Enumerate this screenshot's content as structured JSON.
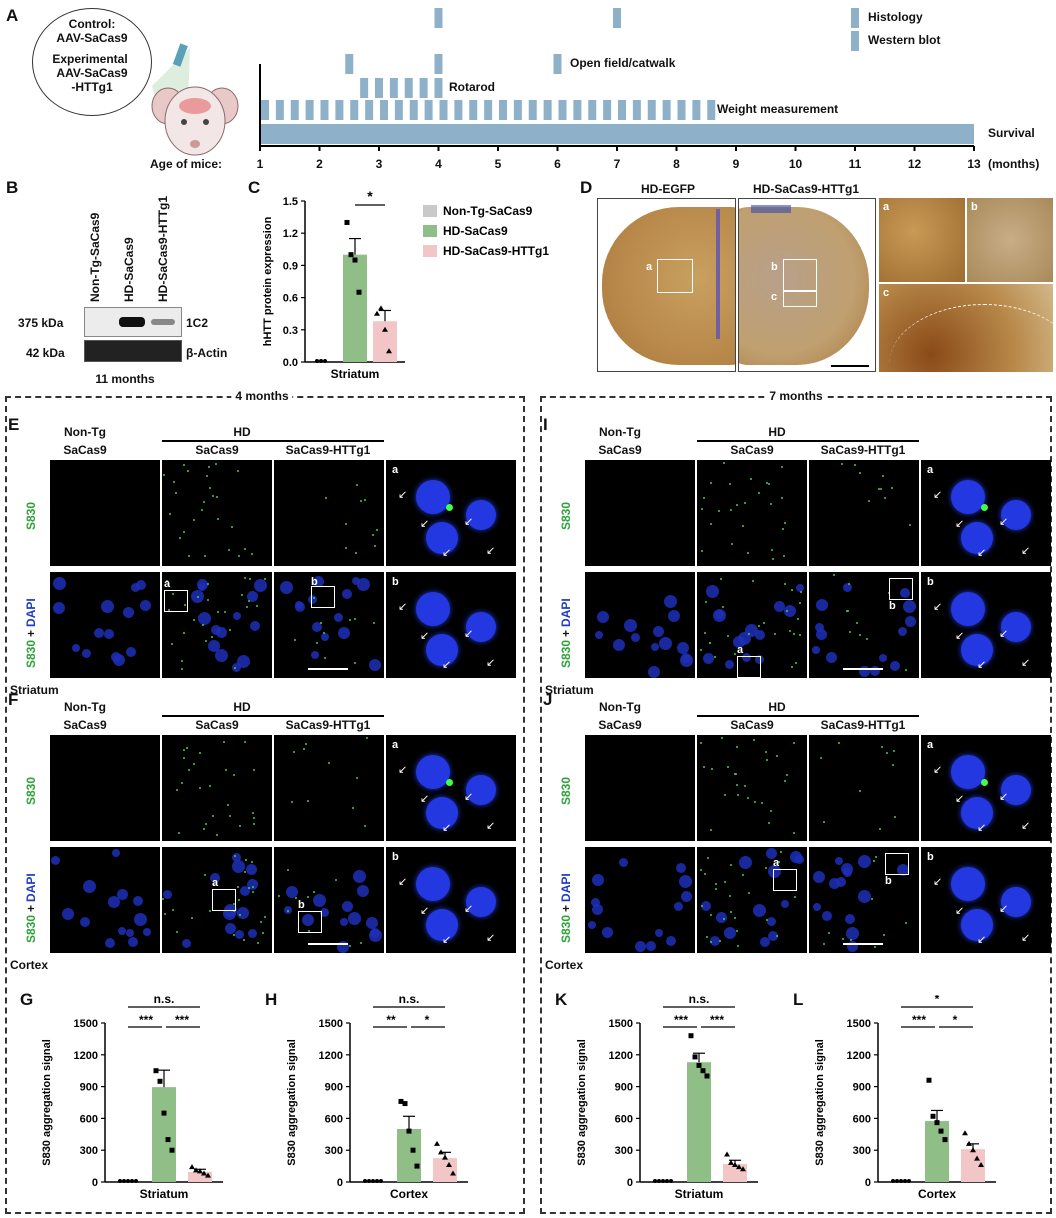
{
  "panelA": {
    "label": "A",
    "control_title": "Control:",
    "control_value": "AAV-SaCas9",
    "exp_title": "Experimental",
    "exp_value1": "AAV-SaCas9",
    "exp_value2": "-HTTg1",
    "age_label": "Age of mice:",
    "months": [
      "1",
      "2",
      "3",
      "4",
      "5",
      "6",
      "7",
      "8",
      "9",
      "10",
      "11",
      "12",
      "13"
    ],
    "months_unit": "(months)",
    "legend": {
      "histology": "Histology",
      "western": "Western blot",
      "openfield": "Open field/catwalk",
      "rotarod": "Rotarod",
      "weight": "Weight measurement",
      "survival": "Survival"
    },
    "color": "#8fb0c9"
  },
  "panelB": {
    "label": "B",
    "lanes": [
      "Non-Tg-SaCas9",
      "HD-SaCas9",
      "HD-SaCas9-HTTg1"
    ],
    "kda1": "375 kDa",
    "kda2": "42 kDa",
    "band1": "1C2",
    "band2": "β-Actin",
    "time": "11 months"
  },
  "panelC": {
    "label": "C",
    "ylabel": "hHTT protein expression",
    "xlabel": "Striatum",
    "sig": "*",
    "legend": [
      "Non-Tg-SaCas9",
      "HD-SaCas9",
      "HD-SaCas9-HTTg1"
    ]
  },
  "panelD": {
    "label": "D",
    "title1": "HD-EGFP",
    "title2": "HD-SaCas9-HTTg1",
    "box_a": "a",
    "box_b": "b",
    "box_c": "c"
  },
  "micro": {
    "time_left": "4 months",
    "time_right": "7 months",
    "col_nontg1": "Non-Tg",
    "col_nontg2": "SaCas9",
    "col_hd": "HD",
    "col_sacas9": "SaCas9",
    "col_httg1": "SaCas9-HTTg1",
    "row_s830": "S830",
    "row_plus": "+",
    "row_dapi": "DAPI",
    "region_str": "Striatum",
    "region_ctx": "Cortex",
    "inset_a": "a",
    "inset_b": "b",
    "labels": {
      "E": "E",
      "F": "F",
      "I": "I",
      "J": "J"
    }
  },
  "bars": {
    "labels": {
      "G": "G",
      "H": "H",
      "K": "K",
      "L": "L"
    },
    "ylabel": "S830 aggregation signal",
    "yticks": [
      "0",
      "300",
      "600",
      "900",
      "1200",
      "1500"
    ],
    "ns": "n.s.",
    "colors": {
      "green": "#8fbf87",
      "pink": "#f2c6c6"
    }
  },
  "chart_data": [
    {
      "panel": "C",
      "type": "bar",
      "categories": [
        "Non-Tg-SaCas9",
        "HD-SaCas9",
        "HD-SaCas9-HTTg1"
      ],
      "values": [
        0,
        1.0,
        0.38
      ],
      "errors": [
        0,
        0.15,
        0.1
      ],
      "ylim": [
        0,
        1.5
      ],
      "yticks": [
        0,
        0.3,
        0.6,
        0.9,
        1.2,
        1.5
      ],
      "ylabel": "hHTT protein expression",
      "xlabel": "Striatum",
      "points": [
        [
          0,
          0,
          0
        ],
        [
          1.3,
          1.0,
          0.95,
          0.65
        ],
        [
          0.5,
          0.45,
          0.3,
          0.1
        ]
      ]
    },
    {
      "panel": "G",
      "type": "bar",
      "categories": [
        "Non-Tg-SaCas9",
        "HD-SaCas9",
        "HD-SaCas9-HTTg1"
      ],
      "values": [
        0,
        895,
        95
      ],
      "errors": [
        0,
        160,
        25
      ],
      "ylim": [
        0,
        1500
      ],
      "ylabel": "S830 aggregation signal",
      "xlabel": "Striatum",
      "sig": [
        "n.s.",
        "***",
        "***"
      ]
    },
    {
      "panel": "H",
      "type": "bar",
      "categories": [
        "Non-Tg-SaCas9",
        "HD-SaCas9",
        "HD-SaCas9-HTTg1"
      ],
      "values": [
        0,
        500,
        225
      ],
      "errors": [
        0,
        120,
        55
      ],
      "ylim": [
        0,
        1500
      ],
      "ylabel": "S830 aggregation signal",
      "xlabel": "Cortex",
      "sig": [
        "n.s.",
        "**",
        "*"
      ]
    },
    {
      "panel": "K",
      "type": "bar",
      "categories": [
        "Non-Tg-SaCas9",
        "HD-SaCas9",
        "HD-SaCas9-HTTg1"
      ],
      "values": [
        0,
        1130,
        170
      ],
      "errors": [
        0,
        85,
        35
      ],
      "ylim": [
        0,
        1500
      ],
      "ylabel": "S830 aggregation signal",
      "xlabel": "Striatum",
      "sig": [
        "n.s.",
        "***",
        "***"
      ]
    },
    {
      "panel": "L",
      "type": "bar",
      "categories": [
        "Non-Tg-SaCas9",
        "HD-SaCas9",
        "HD-SaCas9-HTTg1"
      ],
      "values": [
        0,
        575,
        310
      ],
      "errors": [
        0,
        100,
        50
      ],
      "ylim": [
        0,
        1500
      ],
      "ylabel": "S830 aggregation signal",
      "xlabel": "Cortex",
      "sig": [
        "*",
        "***",
        "*"
      ]
    }
  ]
}
